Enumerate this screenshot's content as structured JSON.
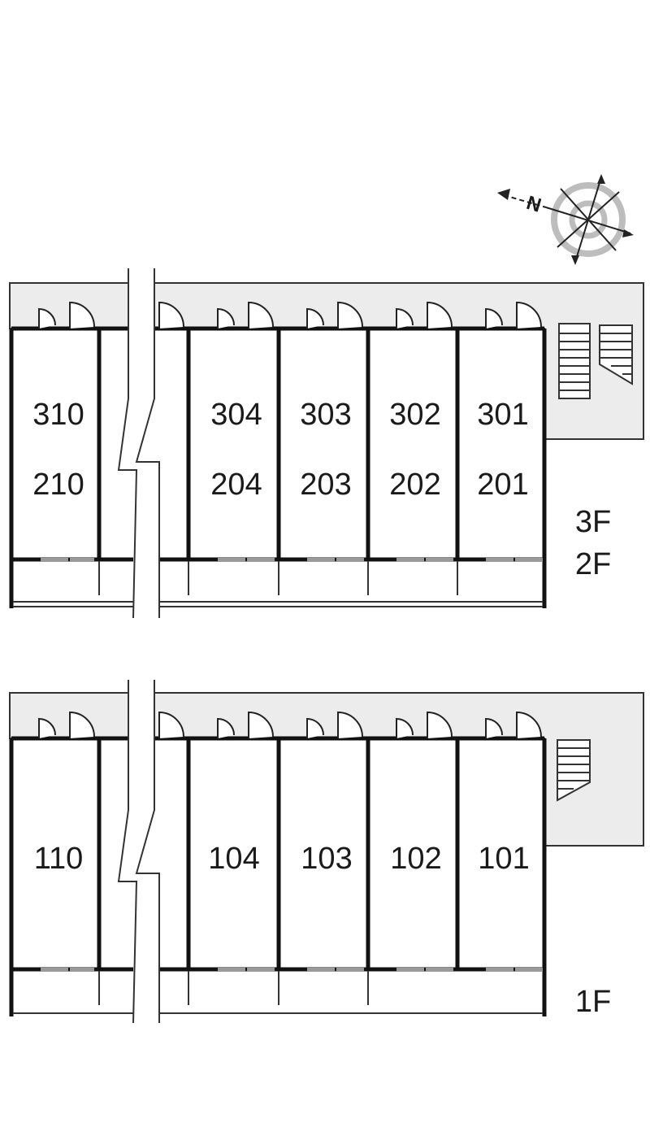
{
  "upper_block": {
    "floor_labels": [
      "3F",
      "2F"
    ],
    "units": [
      {
        "top": "310",
        "bottom": "210"
      },
      {
        "top": "304",
        "bottom": "204"
      },
      {
        "top": "303",
        "bottom": "203"
      },
      {
        "top": "302",
        "bottom": "202"
      },
      {
        "top": "301",
        "bottom": "201"
      }
    ]
  },
  "lower_block": {
    "floor_labels": [
      "1F"
    ],
    "units": [
      {
        "label": "110"
      },
      {
        "label": "104"
      },
      {
        "label": "103"
      },
      {
        "label": "102"
      },
      {
        "label": "101"
      }
    ]
  },
  "compass": {
    "north_label": "N"
  },
  "colors": {
    "corridor": "#ececec",
    "wall": "#111111",
    "line": "#333333"
  }
}
